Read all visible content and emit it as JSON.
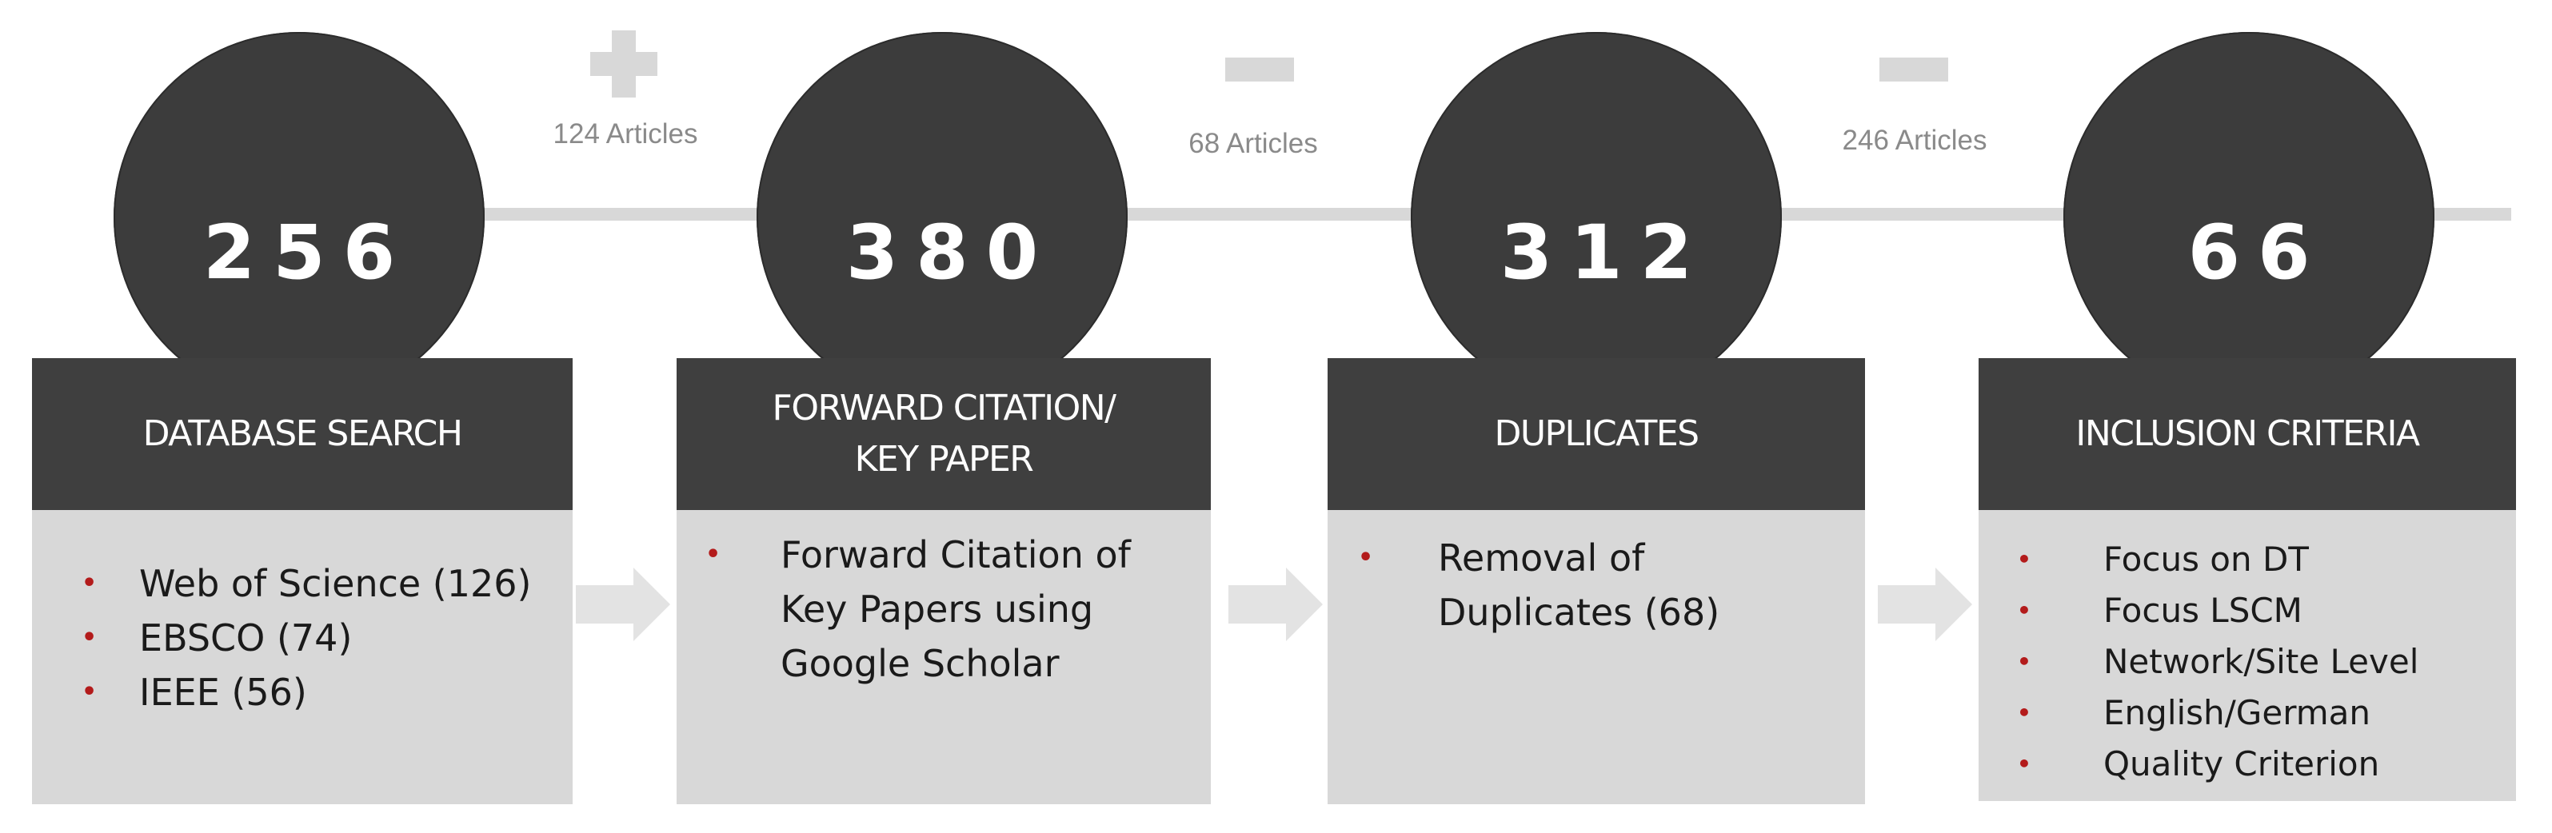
{
  "stages": [
    {
      "count": "256",
      "title": "DATABASE SEARCH",
      "items": [
        "Web of Science (126)",
        "EBSCO (74)",
        "IEEE (56)"
      ]
    },
    {
      "count": "380",
      "title_line1": "FORWARD CITATION/",
      "title_line2": "KEY PAPER",
      "items": [
        "Forward Citation of",
        "Key Papers using",
        "Google Scholar"
      ]
    },
    {
      "count": "312",
      "title": "DUPLICATES",
      "items": [
        "Removal of",
        "Duplicates (68)"
      ]
    },
    {
      "count": "66",
      "title": "INCLUSION CRITERIA",
      "items": [
        "Focus on  DT",
        "Focus LSCM",
        "Network/Site Level",
        "English/German",
        "Quality Criterion"
      ]
    }
  ],
  "transitions": [
    {
      "operator": "plus",
      "label": "124 Articles"
    },
    {
      "operator": "minus",
      "label": "68 Articles"
    },
    {
      "operator": "minus",
      "label": "246 Articles"
    }
  ],
  "colors": {
    "circle": "#3c3c3c",
    "header": "#3f3f3f",
    "body": "#d8d8d8",
    "bullet": "#b31b1b",
    "connector": "#d8d8d8"
  }
}
